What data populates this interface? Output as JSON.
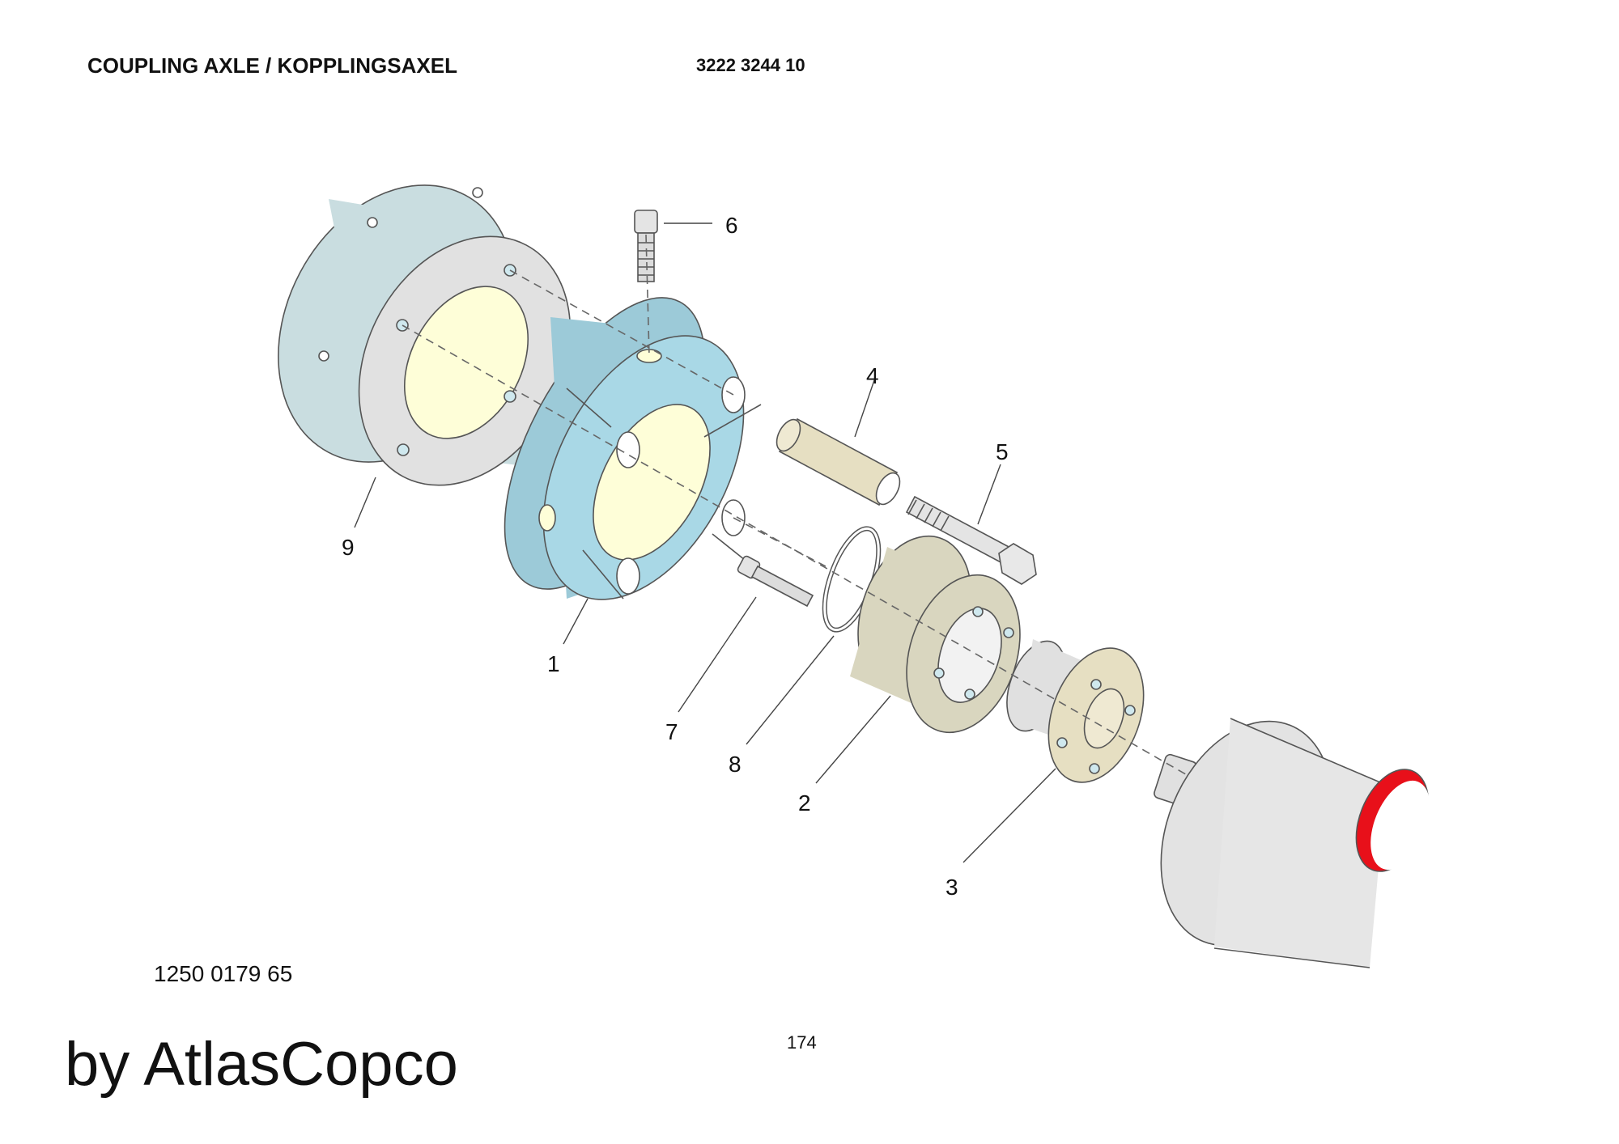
{
  "header": {
    "title": "COUPLING AXLE / KOPPLINGSAXEL",
    "part_number": "3222 3244 10"
  },
  "footer": {
    "drawing_number": "1250 0179 65",
    "page_number": "174",
    "brand": "by AtlasCopco"
  },
  "callouts": {
    "c1": "1",
    "c2": "2",
    "c3": "3",
    "c4": "4",
    "c5": "5",
    "c6": "6",
    "c7": "7",
    "c8": "8",
    "c9": "9"
  },
  "colors": {
    "coupling_blue": "#a9d8e6",
    "bore_yellow": "#fefed8",
    "hub_khaki": "#d9d6bf",
    "sleeve_tan": "#e6dfc2",
    "housing_grey": "#e3e3e3",
    "accent_red": "#e8101a"
  }
}
